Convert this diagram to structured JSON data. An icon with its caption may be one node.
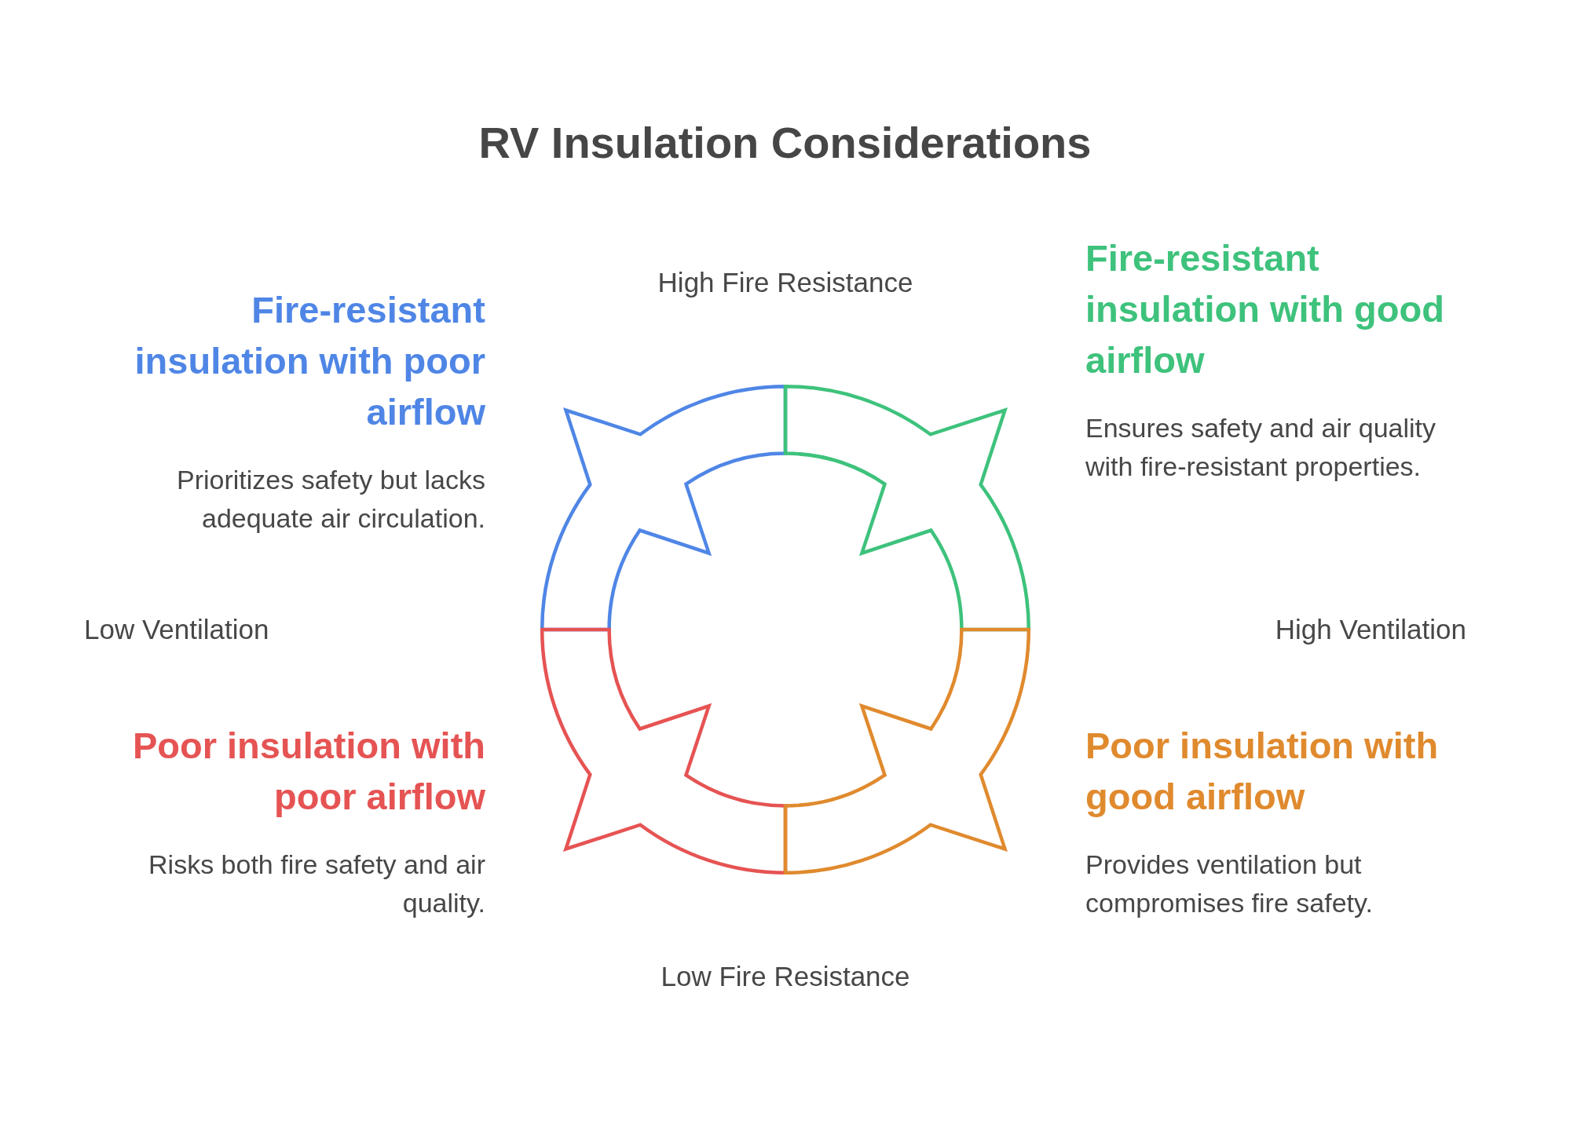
{
  "diagram": {
    "title": "RV Insulation Considerations",
    "nodes": [
      {
        "text": [
          "Fire-resistant insulation with poor airflow",
          "Prioritizes safety but lacks adequate air circulation."
        ]
      },
      {
        "text": [
          "Fire-resistant insulation with good airflow",
          "Ensures safety and air quality with fire-resistant properties."
        ]
      },
      {
        "text": [
          "Poor insulation with poor airflow",
          "Risks both fire safety and air quality."
        ]
      },
      {
        "text": [
          "Poor insulation with good airflow",
          "Provides ventilation but compromises fire safety."
        ]
      }
    ],
    "labels": [
      "High Fire Resistance",
      "Low Ventilation",
      "High Ventilation",
      "Low Fire Resistance"
    ]
  }
}
